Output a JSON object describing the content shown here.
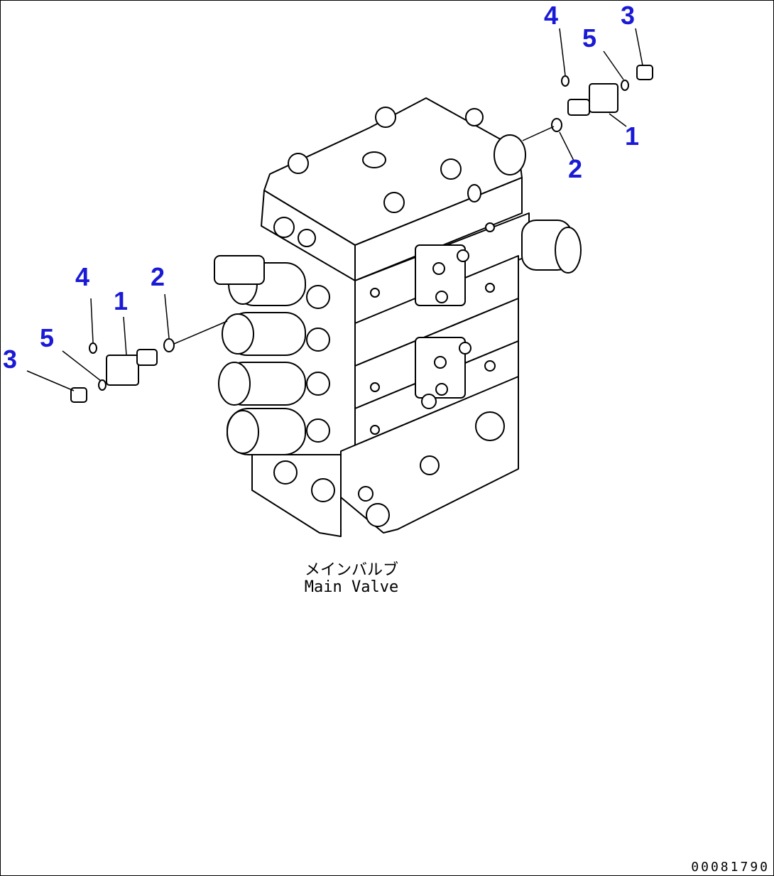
{
  "diagram": {
    "caption_jp": "メインバルブ",
    "caption_en": "Main Valve",
    "sheet_id": "00081790",
    "accent_color": "#1a1ad6",
    "callouts_right": {
      "c1": "1",
      "c2": "2",
      "c3": "3",
      "c4": "4",
      "c5": "5"
    },
    "callouts_left": {
      "c1": "1",
      "c2": "2",
      "c3": "3",
      "c4": "4",
      "c5": "5"
    }
  }
}
